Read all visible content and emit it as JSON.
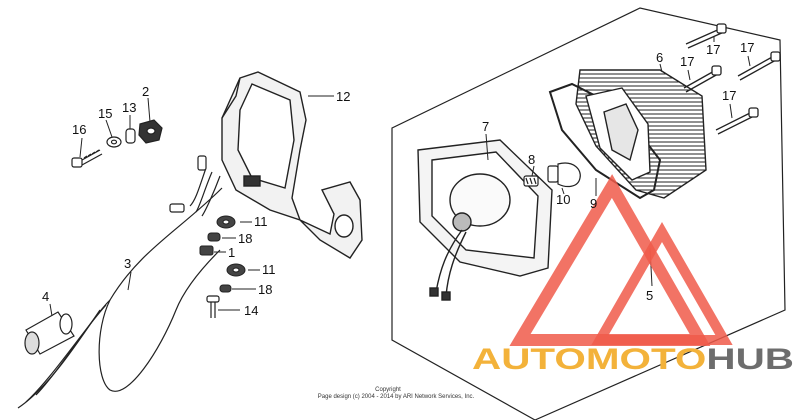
{
  "diagram": {
    "callouts": [
      {
        "id": "c2",
        "label": "2"
      },
      {
        "id": "c15",
        "label": "15"
      },
      {
        "id": "c13",
        "label": "13"
      },
      {
        "id": "c16",
        "label": "16"
      },
      {
        "id": "c12",
        "label": "12"
      },
      {
        "id": "c11a",
        "label": "11"
      },
      {
        "id": "c18a",
        "label": "18"
      },
      {
        "id": "c1",
        "label": "1"
      },
      {
        "id": "c3",
        "label": "3"
      },
      {
        "id": "c11b",
        "label": "11"
      },
      {
        "id": "c18b",
        "label": "18"
      },
      {
        "id": "c14",
        "label": "14"
      },
      {
        "id": "c4",
        "label": "4"
      },
      {
        "id": "c7",
        "label": "7"
      },
      {
        "id": "c8",
        "label": "8"
      },
      {
        "id": "c10",
        "label": "10"
      },
      {
        "id": "c9",
        "label": "9"
      },
      {
        "id": "c6",
        "label": "6"
      },
      {
        "id": "c17a",
        "label": "17"
      },
      {
        "id": "c17b",
        "label": "17"
      },
      {
        "id": "c17c",
        "label": "17"
      },
      {
        "id": "c17d",
        "label": "17"
      },
      {
        "id": "c5",
        "label": "5"
      }
    ],
    "copyright_line1": "Copyright",
    "copyright_line2": "Page design (c) 2004 - 2014 by ARI Network Services, Inc."
  },
  "watermark": {
    "part1": "AUTOMOTO",
    "part2": "HUB",
    "colors": {
      "red": "#f05a4a",
      "yellow": "#f3b23a",
      "grey": "#6d6d6d"
    }
  }
}
